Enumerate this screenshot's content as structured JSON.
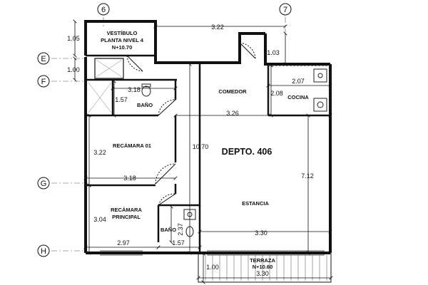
{
  "axes": {
    "a6": "6",
    "a7": "7",
    "aE": "E",
    "aF": "F",
    "aG": "G",
    "aH": "H"
  },
  "rooms": {
    "vestibulo": [
      "VESTÍBULO",
      "PLANTA NIVEL 4",
      "N+10.70"
    ],
    "comedor": "COMEDOR",
    "cocina": "COCINA",
    "bano1": "BAÑO",
    "bano2": "BAÑO",
    "recamara01": "RECÁMARA 01",
    "recamara_principal": [
      "RECÁMARA",
      "PRINCIPAL"
    ],
    "estancia": "ESTANCIA",
    "depto": "DEPTO. 406",
    "terraza": [
      "TERRAZA",
      "N+10.60"
    ]
  },
  "dims": {
    "d322_top": "3.22",
    "d105": "1.05",
    "d100_left": "1.00",
    "d103": "1.03",
    "d207": "2.07",
    "d208": "2.08",
    "d318_top": "3.18",
    "d157_bano": "1.57",
    "d326": "3.26",
    "d322_left": "3.22",
    "d1070": "10.70",
    "d318_mid": "3.18",
    "d712": "7.12",
    "d304": "3.04",
    "d237": "2.37",
    "d330_mid": "3.30",
    "d297": "2.97",
    "d157_bottom": "1.57",
    "d100_terraza": "1.00",
    "d330_terraza": "3.30"
  }
}
